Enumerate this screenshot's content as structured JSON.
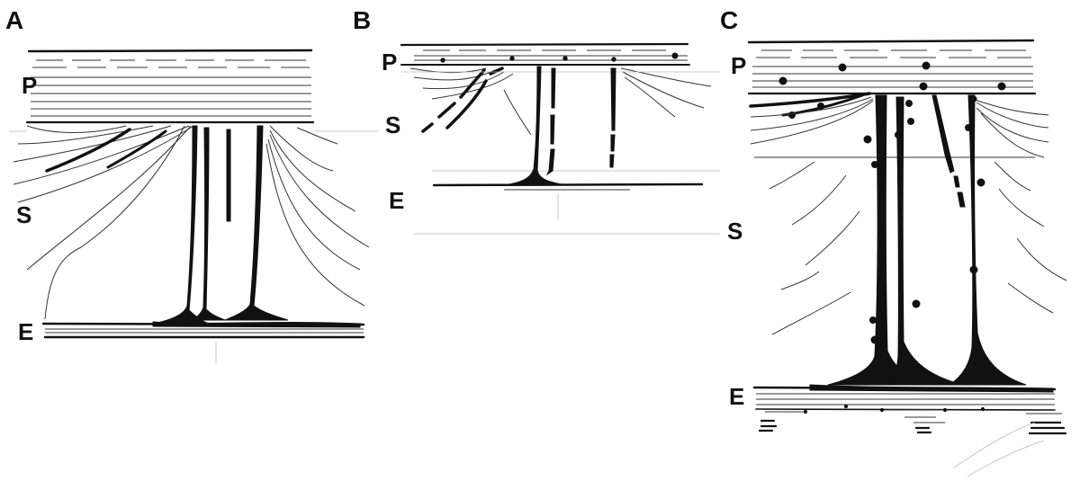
{
  "panels": [
    {
      "id": "A",
      "letter": "A",
      "labels": {
        "top": "P",
        "middle": "S",
        "bottom": "E"
      }
    },
    {
      "id": "B",
      "letter": "B",
      "labels": {
        "top": "P",
        "middle": "S",
        "bottom": "E"
      }
    },
    {
      "id": "C",
      "letter": "C",
      "labels": {
        "top": "P",
        "middle": "S",
        "bottom": "E"
      }
    }
  ],
  "colors": {
    "ink": "#111111",
    "paper": "#ffffff"
  }
}
